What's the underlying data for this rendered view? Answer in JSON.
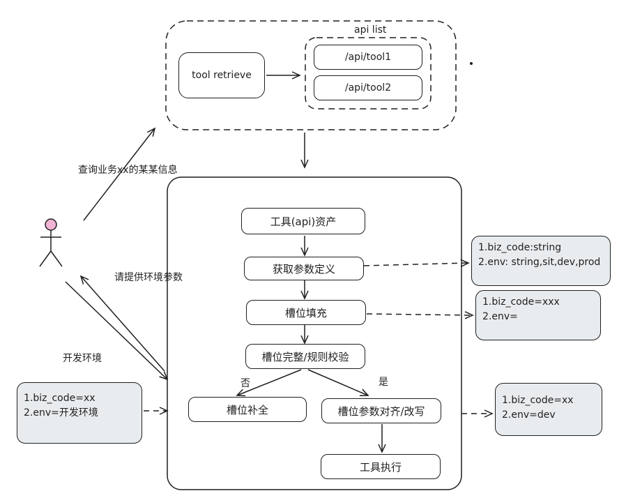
{
  "colors": {
    "stroke": "#1e1e1e",
    "note_fill": "#e9ecef",
    "actor_head": "#f1b4d4",
    "background": "#ffffff"
  },
  "api_list": {
    "title": "api list",
    "items": [
      "/api/tool1",
      "/api/tool2"
    ]
  },
  "tool_retrieve": "tool retrieve",
  "actor": {
    "icon": "stick-figure-icon"
  },
  "labels": {
    "query": "查询业务xx的某某信息",
    "ask_env": "请提供环境参数",
    "dev_env": "开发环境",
    "no": "否",
    "yes": "是"
  },
  "flow": {
    "assets": "工具(api)资产",
    "get_params": "获取参数定义",
    "slot_fill": "槽位填充",
    "slot_check": "槽位完整/规则校验",
    "slot_complete": "槽位补全",
    "slot_align": "槽位参数对齐/改写",
    "execute": "工具执行"
  },
  "notes": {
    "param_def": [
      "1.biz_code:string",
      "2.env: string,sit,dev,prod"
    ],
    "slot_values": [
      "1.biz_code=xxx",
      "2.env="
    ],
    "user_input": [
      "1.biz_code=xx",
      "2.env=开发环境"
    ],
    "aligned": [
      "1.biz_code=xx",
      "2.env=dev"
    ]
  }
}
